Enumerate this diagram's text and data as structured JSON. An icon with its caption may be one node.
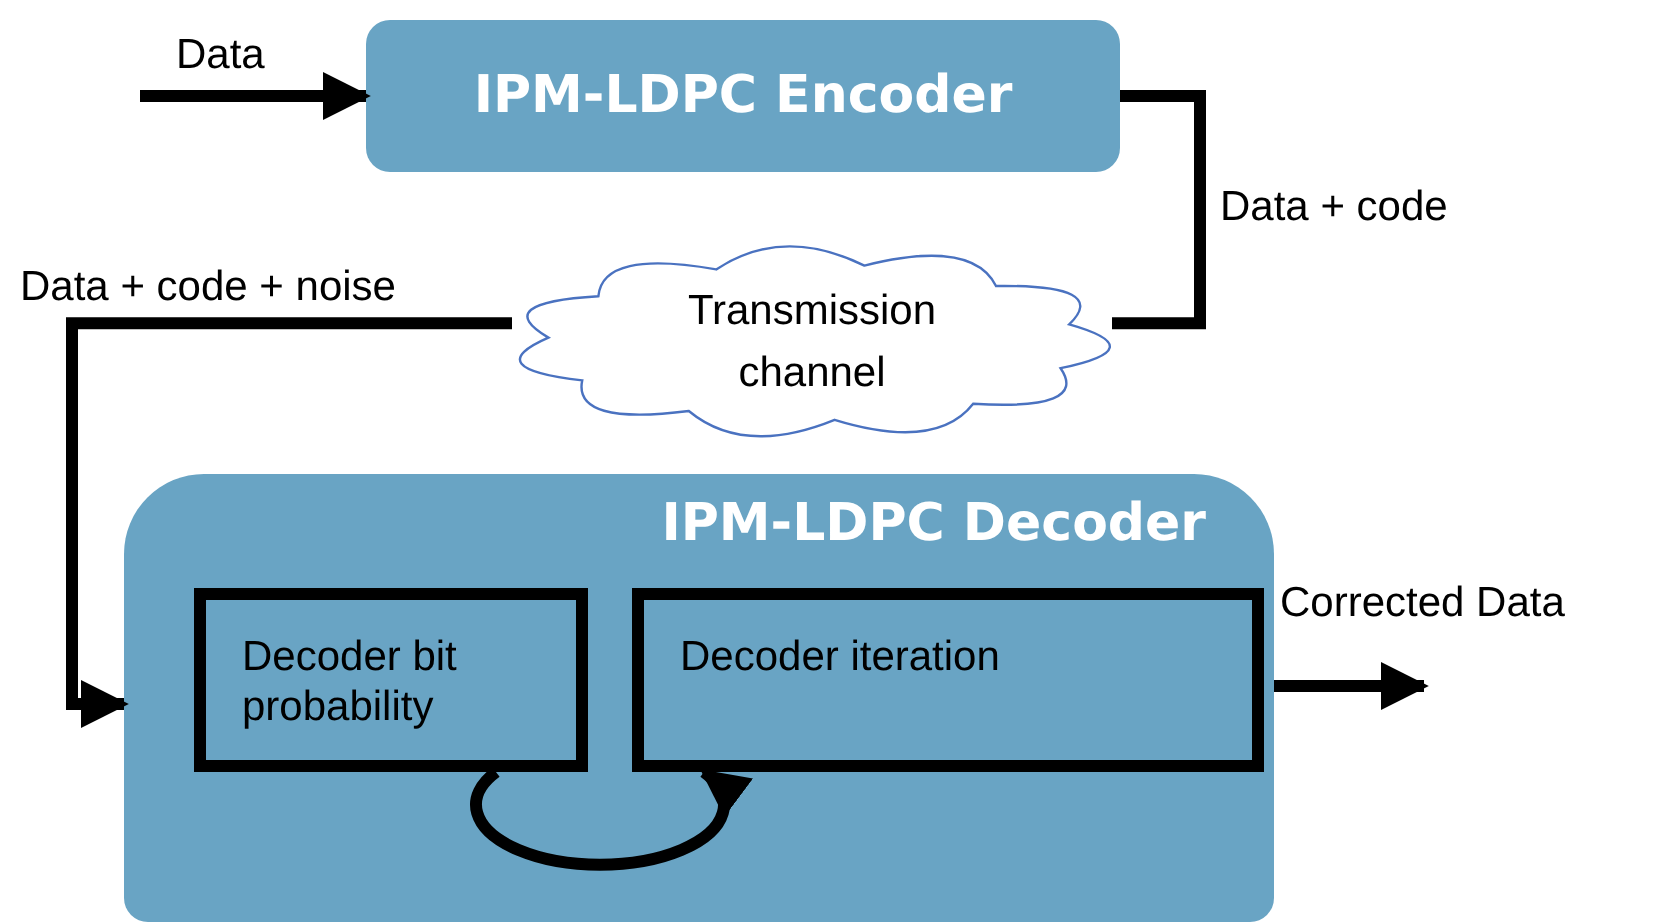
{
  "diagram": {
    "nodes": [
      {
        "text": [
          "IPM-LDPC Encoder"
        ]
      },
      {
        "text": [
          "Transmission channel"
        ]
      },
      {
        "text": [
          "IPM-LDPC Decoder"
        ]
      },
      {
        "text": [
          "Decoder bit probability"
        ],
        "in": 2
      },
      {
        "text": [
          "Decoder iteration"
        ],
        "in": 2
      }
    ],
    "edges": [
      {
        "from": null,
        "to": 0,
        "arrow": "to",
        "label": "Data"
      },
      {
        "from": 0,
        "to": 1,
        "arrow": "none",
        "label": "Data + code"
      },
      {
        "from": 1,
        "to": 2,
        "arrow": "to",
        "label": "Data + code + noise"
      },
      {
        "from": 2,
        "to": null,
        "arrow": "to",
        "label": "Corrected Data"
      },
      {
        "from": 3,
        "to": 4,
        "arrow": "to"
      }
    ]
  }
}
